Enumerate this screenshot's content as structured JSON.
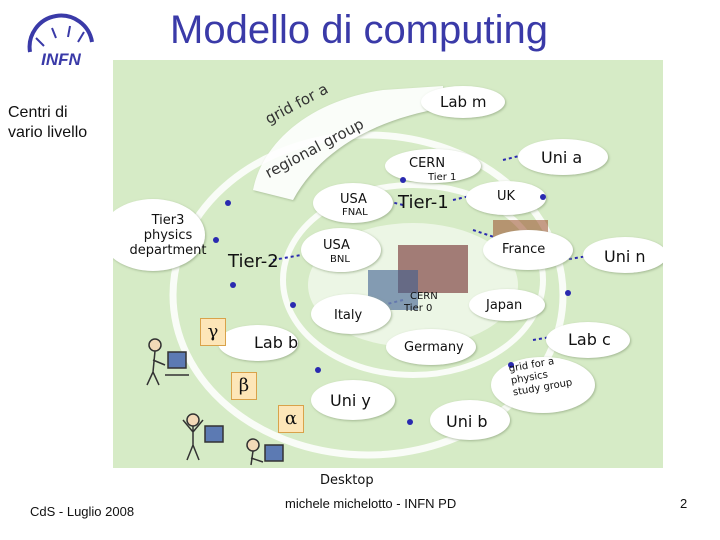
{
  "slide": {
    "title": "Modello di computing",
    "side_note_line1": "Centri di",
    "side_note_line2": "vario livello",
    "footer_left": "CdS - Luglio 2008",
    "footer_center": "michele michelotto - INFN PD",
    "page_number": "2"
  },
  "logo": {
    "text": "INFN"
  },
  "diagram": {
    "lab_m": "Lab m",
    "arc_text_1": "grid for a",
    "arc_text_2": "regional group",
    "cern": "CERN",
    "cern_tier": "Tier 1",
    "tier1": "Tier-1",
    "uni_a": "Uni a",
    "uk": "UK",
    "usa_fnal": "USA",
    "fnal": "FNAL",
    "usa_bnl": "USA",
    "bnl": "BNL",
    "france": "France",
    "uni_n": "Uni n",
    "tier2": "Tier-2",
    "tier3_line1": "Tier3",
    "tier3_line2": "physics",
    "tier3_line3": "department",
    "italy": "Italy",
    "cern_t0": "CERN",
    "tier0": "Tier 0",
    "japan": "Japan",
    "lab_b": "Lab b",
    "germany": "Germany",
    "lab_c": "Lab c",
    "grid_phys_1": "grid for a",
    "grid_phys_2": "physics",
    "grid_phys_3": "study group",
    "uni_y": "Uni y",
    "uni_b": "Uni b",
    "desktop": "Desktop",
    "gamma": "γ",
    "beta": "β",
    "alpha": "α"
  },
  "colors": {
    "title": "#3a3aa8",
    "panel": "#d6ebc6",
    "cloud": "#ffffff",
    "link": "#2a2ab0",
    "node": "#2a2ab0",
    "greek_box": "#fde6b8"
  }
}
